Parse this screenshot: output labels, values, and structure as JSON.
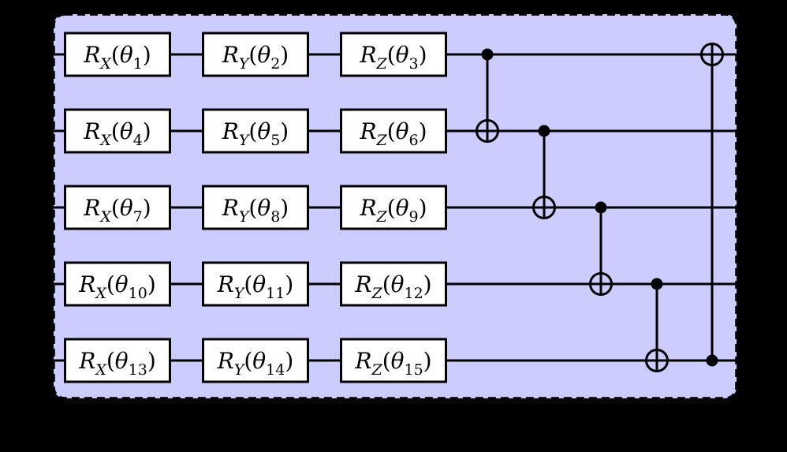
{
  "figure": {
    "type": "quantum-circuit-diagram",
    "qubit_count": 5,
    "panel": {
      "background_color": "#000000",
      "fill_color": "#ccccff",
      "border_color": "#000000",
      "border_style": "dashed",
      "gate_fill_color": "#ffffff",
      "wire_color": "#000000"
    },
    "gate_symbol_parts": {
      "rotation_letter": "R",
      "open_paren": "(",
      "theta_symbol": "θ",
      "close_paren": ")"
    },
    "gates": [
      {
        "qubit": 1,
        "column": 1,
        "axis": "X",
        "theta": "1",
        "label": "R_X(θ_1)"
      },
      {
        "qubit": 1,
        "column": 2,
        "axis": "Y",
        "theta": "2",
        "label": "R_Y(θ_2)"
      },
      {
        "qubit": 1,
        "column": 3,
        "axis": "Z",
        "theta": "3",
        "label": "R_Z(θ_3)"
      },
      {
        "qubit": 2,
        "column": 1,
        "axis": "X",
        "theta": "4",
        "label": "R_X(θ_4)"
      },
      {
        "qubit": 2,
        "column": 2,
        "axis": "Y",
        "theta": "5",
        "label": "R_Y(θ_5)"
      },
      {
        "qubit": 2,
        "column": 3,
        "axis": "Z",
        "theta": "6",
        "label": "R_Z(θ_6)"
      },
      {
        "qubit": 3,
        "column": 1,
        "axis": "X",
        "theta": "7",
        "label": "R_X(θ_7)"
      },
      {
        "qubit": 3,
        "column": 2,
        "axis": "Y",
        "theta": "8",
        "label": "R_Y(θ_8)"
      },
      {
        "qubit": 3,
        "column": 3,
        "axis": "Z",
        "theta": "9",
        "label": "R_Z(θ_9)"
      },
      {
        "qubit": 4,
        "column": 1,
        "axis": "X",
        "theta": "10",
        "label": "R_X(θ_10)"
      },
      {
        "qubit": 4,
        "column": 2,
        "axis": "Y",
        "theta": "11",
        "label": "R_Y(θ_11)"
      },
      {
        "qubit": 4,
        "column": 3,
        "axis": "Z",
        "theta": "12",
        "label": "R_Z(θ_12)"
      },
      {
        "qubit": 5,
        "column": 1,
        "axis": "X",
        "theta": "13",
        "label": "R_X(θ_13)"
      },
      {
        "qubit": 5,
        "column": 2,
        "axis": "Y",
        "theta": "14",
        "label": "R_Y(θ_14)"
      },
      {
        "qubit": 5,
        "column": 3,
        "axis": "Z",
        "theta": "15",
        "label": "R_Z(θ_15)"
      }
    ],
    "cnots": [
      {
        "order": 1,
        "control_qubit": 1,
        "target_qubit": 2
      },
      {
        "order": 2,
        "control_qubit": 2,
        "target_qubit": 3
      },
      {
        "order": 3,
        "control_qubit": 3,
        "target_qubit": 4
      },
      {
        "order": 4,
        "control_qubit": 4,
        "target_qubit": 5
      },
      {
        "order": 5,
        "control_qubit": 5,
        "target_qubit": 1
      }
    ]
  }
}
